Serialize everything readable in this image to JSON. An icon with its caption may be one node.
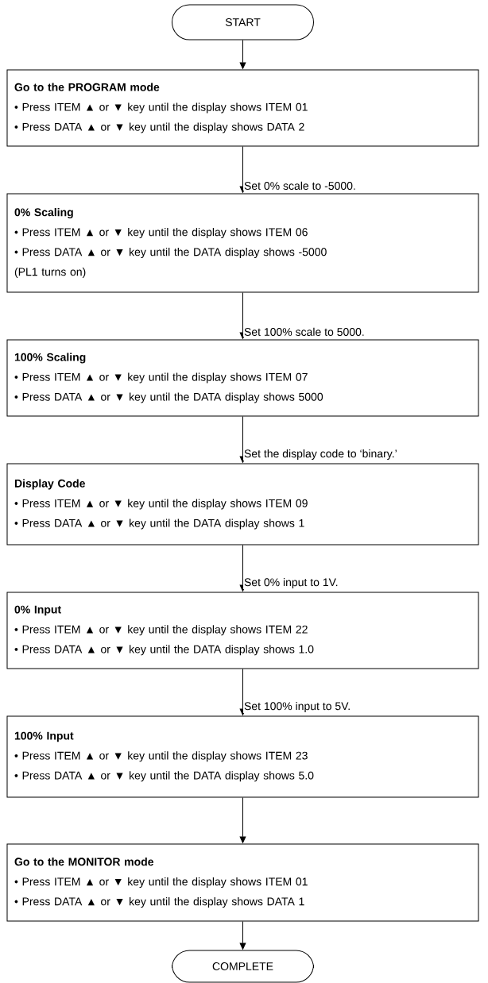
{
  "diagram": {
    "nodes": [
      {
        "text": [
          "START"
        ]
      },
      {
        "text": [
          "Go to the PROGRAM mode",
          "• Press ITEM ▲ or ▼ key until the display shows ITEM 01",
          "• Press DATA ▲ or ▼ key until the display shows DATA 2"
        ]
      },
      {
        "text": [
          "0% Scaling",
          "• Press ITEM ▲ or ▼ key until the display shows ITEM 06",
          "• Press DATA ▲ or ▼ key until the DATA display shows -5000",
          "(PL1 turns on)"
        ]
      },
      {
        "text": [
          "100% Scaling",
          "• Press ITEM ▲ or ▼ key until the display shows ITEM 07",
          "• Press DATA ▲ or ▼ key until the DATA display shows 5000"
        ]
      },
      {
        "text": [
          "Display Code",
          "• Press ITEM ▲ or ▼ key until the display shows ITEM 09",
          "• Press DATA ▲ or ▼ key until the DATA display shows 1"
        ]
      },
      {
        "text": [
          "0% Input",
          "• Press ITEM ▲ or ▼ key until the display shows ITEM 22",
          "• Press DATA ▲ or ▼ key until the DATA display shows 1.0"
        ]
      },
      {
        "text": [
          "100% Input",
          "• Press ITEM ▲ or ▼ key until the display shows ITEM 23",
          "• Press DATA ▲ or ▼ key until the DATA display shows 5.0"
        ]
      },
      {
        "text": [
          "Go to the MONITOR mode",
          "• Press ITEM ▲ or ▼ key until the display shows ITEM 01",
          "• Press DATA ▲ or ▼ key until the display shows DATA 1"
        ]
      },
      {
        "text": [
          "COMPLETE"
        ]
      }
    ],
    "edges": [
      {
        "from": 0,
        "to": 1,
        "arrow": "to"
      },
      {
        "from": 1,
        "to": 2,
        "arrow": "to",
        "label": "Set 0% scale to -5000."
      },
      {
        "from": 2,
        "to": 3,
        "arrow": "to",
        "label": "Set 100% scale to 5000."
      },
      {
        "from": 3,
        "to": 4,
        "arrow": "to",
        "label": "Set the display code to ‘binary.’"
      },
      {
        "from": 4,
        "to": 5,
        "arrow": "to",
        "label": "Set 0% input to 1V."
      },
      {
        "from": 5,
        "to": 6,
        "arrow": "to",
        "label": "Set 100% input to 5V."
      },
      {
        "from": 6,
        "to": 7,
        "arrow": "to"
      },
      {
        "from": 7,
        "to": 8,
        "arrow": "to"
      }
    ]
  }
}
